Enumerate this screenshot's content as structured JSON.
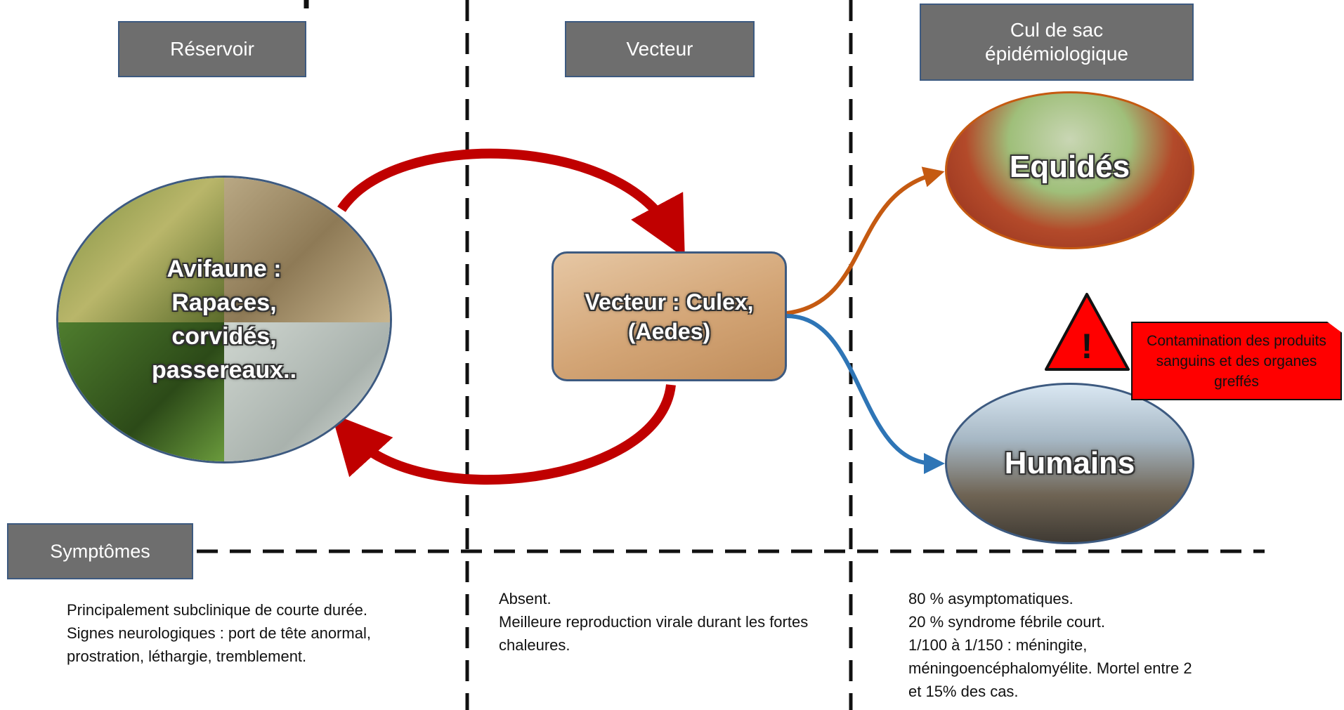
{
  "columns": {
    "reservoir": "Réservoir",
    "vector": "Vecteur",
    "dead_end": "Cul de sac épidémiologique"
  },
  "nodes": {
    "avifauna": "Avifaune : Rapaces, corvidés, passereaux..",
    "vector": "Vecteur : Culex, (Aedes)",
    "equids": "Equidés",
    "humans": "Humains"
  },
  "warning": {
    "symbol": "!",
    "text": "Contamination des produits sanguins et des organes greffés"
  },
  "symptoms": {
    "label": "Symptômes",
    "reservoir": [
      "Principalement subclinique de courte durée.",
      "Signes neurologiques : port de tête anormal, prostration, léthargie, tremblement."
    ],
    "vector": [
      "Absent.",
      "Meilleure reproduction virale durant les fortes chaleures."
    ],
    "dead_end": [
      "80 % asymptomatiques.",
      "20 % syndrome fébrile court.",
      "1/100 à 1/150 : méningite, méningoencéphalomyélite. Mortel entre 2 et 15% des cas."
    ]
  },
  "colors": {
    "header_fill": "#6e6e6e",
    "header_border": "#3d5a80",
    "cycle_arrow": "#c00000",
    "equid_arrow": "#c55a11",
    "human_arrow": "#2e75b6",
    "warning_red": "#ff0000"
  },
  "icons": [
    "warning-triangle-icon"
  ]
}
